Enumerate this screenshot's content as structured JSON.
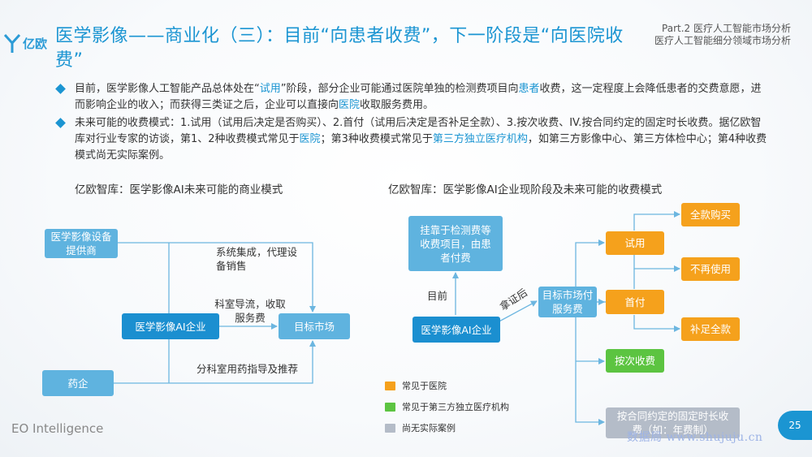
{
  "brand": {
    "logo_text": "亿欧"
  },
  "header": {
    "title": "医学影像——商业化（三）：目前“向患者收费”，下一阶段是“向医院收费”",
    "part_line1": "Part.2  医疗人工智能市场分析",
    "part_line2": "医疗人工智能细分领域市场分析"
  },
  "bullets": [
    {
      "segments": [
        {
          "text": "目前，医学影像人工智能产品总体处在“",
          "hl": false
        },
        {
          "text": "试用",
          "hl": true
        },
        {
          "text": "”阶段，部分企业可能通过医院单独的检测费项目向",
          "hl": false
        },
        {
          "text": "患者",
          "hl": true
        },
        {
          "text": "收费，这一定程度上会降低患者的交费意愿，进而影响企业的收入；而获得三类证之后，企业可以直接向",
          "hl": false
        },
        {
          "text": "医院",
          "hl": true
        },
        {
          "text": "收取服务费用。",
          "hl": false
        }
      ]
    },
    {
      "segments": [
        {
          "text": "未来可能的收费模式：1.试用（试用后决定是否购买）、2.首付（试用后决定是否补足全款）、3.按次收费、IV.按合同约定的固定时长收费。据亿欧智库对行业专家的访谈，第1、2种收费模式常见于",
          "hl": false
        },
        {
          "text": "医院",
          "hl": true
        },
        {
          "text": "；第3种收费模式常见于",
          "hl": false
        },
        {
          "text": "第三方独立医疗机构",
          "hl": true
        },
        {
          "text": "，如第三方影像中心、第三方体检中心；第4种收费模式尚无实际案例。",
          "hl": false
        }
      ]
    }
  ],
  "left_diagram": {
    "caption": "亿欧智库：医学影像AI未来可能的商业模式",
    "nodes": {
      "equipment": "医学影像设备提供商",
      "ai_company": "医学影像AI企业",
      "target_market": "目标市场",
      "pharma": "药企"
    },
    "edge_labels": {
      "integration": "系统集成，代理设备销售",
      "referral": "科室导流，收取服务费",
      "drug_guidance": "分科室用药指导及推荐"
    }
  },
  "right_diagram": {
    "caption": "亿欧智库：医学影像AI企业现阶段及未来可能的收费模式",
    "nodes": {
      "current_fee": "挂靠于检测费等收费项目，由患者付费",
      "ai_company": "医学影像AI企业",
      "target_market_pay": "目标市场付服务费",
      "trial": "试用",
      "down_payment": "首付",
      "full_purchase": "全款购买",
      "no_further_use": "不再使用",
      "pay_remainder": "补足全款",
      "per_use": "按次收费",
      "fixed_term": "按合同约定的固定时长收费（如：年费制）"
    },
    "edge_labels": {
      "current": "目前",
      "after_cert": "拿证后"
    },
    "legend": [
      {
        "label": "常见于医院",
        "color": "#f5a11c"
      },
      {
        "label": "常见于第三方独立医疗机构",
        "color": "#5cc441"
      },
      {
        "label": "尚无实际案例",
        "color": "#b4bcc8"
      }
    ]
  },
  "colors": {
    "accent": "#1b95d2",
    "light_box": "#5fb3df",
    "dark_box": "#1b8fd0",
    "line": "#6cb6e0"
  },
  "footer": {
    "brand": "EO Intelligence",
    "page_number": "25",
    "watermark": "数据局 www.shujuju.cn"
  }
}
